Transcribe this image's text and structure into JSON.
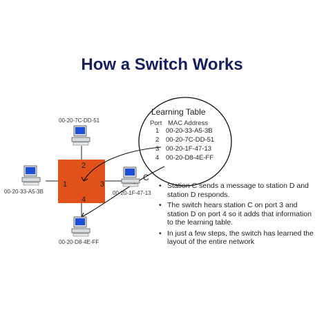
{
  "title": "How a Switch Works",
  "learning_table": {
    "title": "Learning Table",
    "headers": {
      "port": "Port",
      "mac": "MAC Address"
    },
    "rows": [
      {
        "port": "1",
        "mac": "00-20-33-A5-3B"
      },
      {
        "port": "2",
        "mac": "00-20-7C-DD-51"
      },
      {
        "port": "3",
        "mac": "00-20-1F-47-13"
      },
      {
        "port": "4",
        "mac": "00-20-D8-4E-FF"
      }
    ]
  },
  "switch": {
    "color": "#e0521a",
    "ports": {
      "p1": "1",
      "p2": "2",
      "p3": "3",
      "p4": "4"
    }
  },
  "stations": {
    "top": {
      "mac": "00-20-7C-DD-51"
    },
    "left": {
      "mac": "00-20-33-A5-3B"
    },
    "right": {
      "mac": "00-20-1F-47-13",
      "label": "C"
    },
    "bottom": {
      "mac": "00-20-D8-4E-FF"
    }
  },
  "bullets": [
    "Station C sends a message to station D and station D responds.",
    "The switch hears station C on port 3 and station D on port 4 so it adds that information to the learning table.",
    "In just a few steps, the switch has learned the layout of the entire network"
  ],
  "bullet_glyph": "•"
}
